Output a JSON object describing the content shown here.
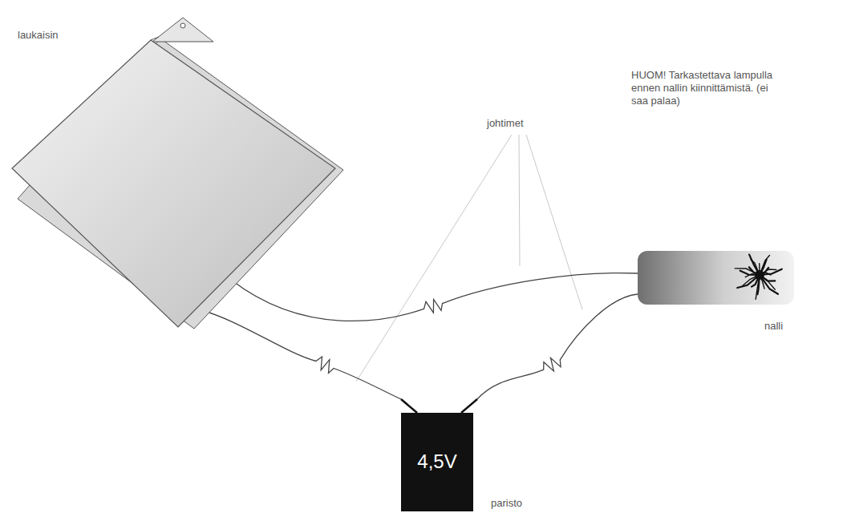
{
  "diagram": {
    "nodes": [
      {
        "text": [
          "laukaisin"
        ]
      },
      {
        "text": [
          "nalli"
        ]
      },
      {
        "text": [
          "4,5V",
          "paristo"
        ]
      }
    ],
    "edges": [
      {
        "from": 0,
        "to": 1,
        "arrow": "none"
      },
      {
        "from": 0,
        "to": 2,
        "arrow": "none"
      },
      {
        "from": 2,
        "to": 1,
        "arrow": "none"
      }
    ],
    "labels": [
      "johtimet",
      "HUOM! Tarkastettava lampulla ennen nallin kiinnittämistä. (ei saa palaa)"
    ]
  }
}
